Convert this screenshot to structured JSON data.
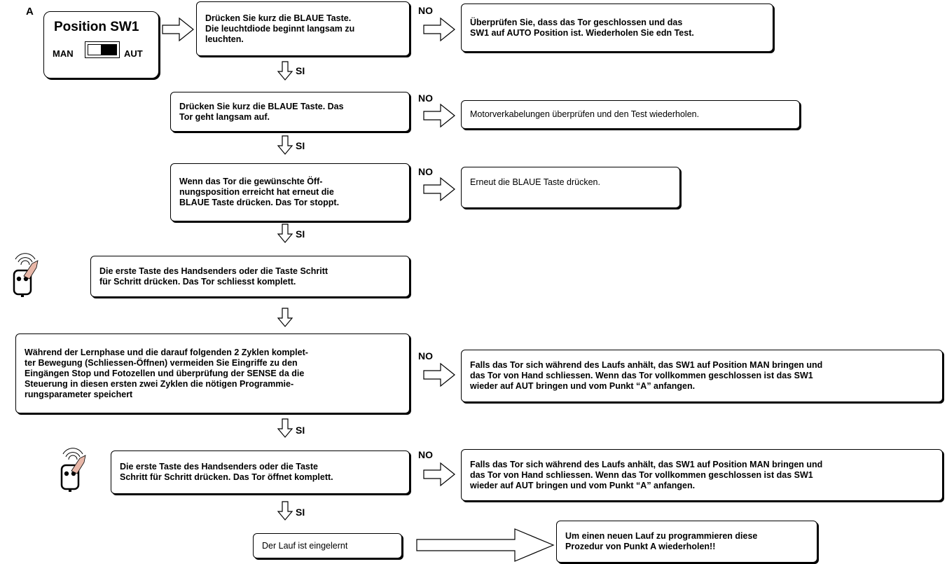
{
  "start_marker": "A",
  "switch": {
    "title": "Position SW1",
    "left_label": "MAN",
    "right_label": "AUT"
  },
  "labels": {
    "yes": "SI",
    "no": "NO"
  },
  "steps": {
    "s1": "Drücken Sie kurz die BLAUE Taste.\nDie leuchtdiode beginnt langsam zu\nleuchten.",
    "s1_no": "Überprüfen Sie, dass das Tor geschlossen und das\nSW1 auf AUTO Position ist. Wiederholen Sie edn Test.",
    "s2": "Drücken Sie kurz die BLAUE Taste. Das\nTor geht langsam auf.",
    "s2_no": "Motorverkabelungen überprüfen und den Test wiederholen.",
    "s3": "Wenn das Tor die gewünschte Öff-\nnungsposition erreicht hat erneut die\nBLAUE Taste drücken. Das Tor stoppt.",
    "s3_no": "Erneut die BLAUE Taste drücken.",
    "s4": "Die erste Taste des Handsenders oder die Taste Schritt\nfür Schritt drücken. Das Tor schliesst komplett.",
    "s5": "Während der Lernphase und die darauf folgenden 2 Zyklen komplet-\nter Bewegung (Schliessen-Öffnen) vermeiden Sie Eingriffe zu den\nEingängen Stop und Fotozellen und überprüfung der SENSE da die\nSteuerung in diesen ersten zwei Zyklen die nötigen Programmie-\nrungsparameter speichert",
    "s5_no": "Falls das Tor sich während des Laufs anhält, das SW1 auf Position MAN bringen und\ndas Tor von Hand schliessen. Wenn das Tor vollkommen geschlossen ist das SW1\nwieder auf AUT bringen und vom Punkt “A” anfangen.",
    "s6": "Die erste Taste des Handsenders oder die Taste\nSchritt für Schritt drücken. Das Tor öffnet komplett.",
    "s6_no": "Falls das Tor sich während des Laufs anhält, das SW1 auf Position MAN bringen und\ndas Tor von Hand schliessen. Wenn das Tor vollkommen geschlossen ist das SW1\nwieder auf AUT bringen und vom Punkt “A” anfangen.",
    "end": "Der Lauf ist eingelernt",
    "end_note": "Um einen neuen Lauf zu programmieren diese\nProzedur von Punkt A wiederholen!!"
  },
  "icons": {
    "remote": "remote-control-icon",
    "arrow_right": "hollow-arrow-right-icon",
    "arrow_down": "hollow-arrow-down-icon"
  }
}
